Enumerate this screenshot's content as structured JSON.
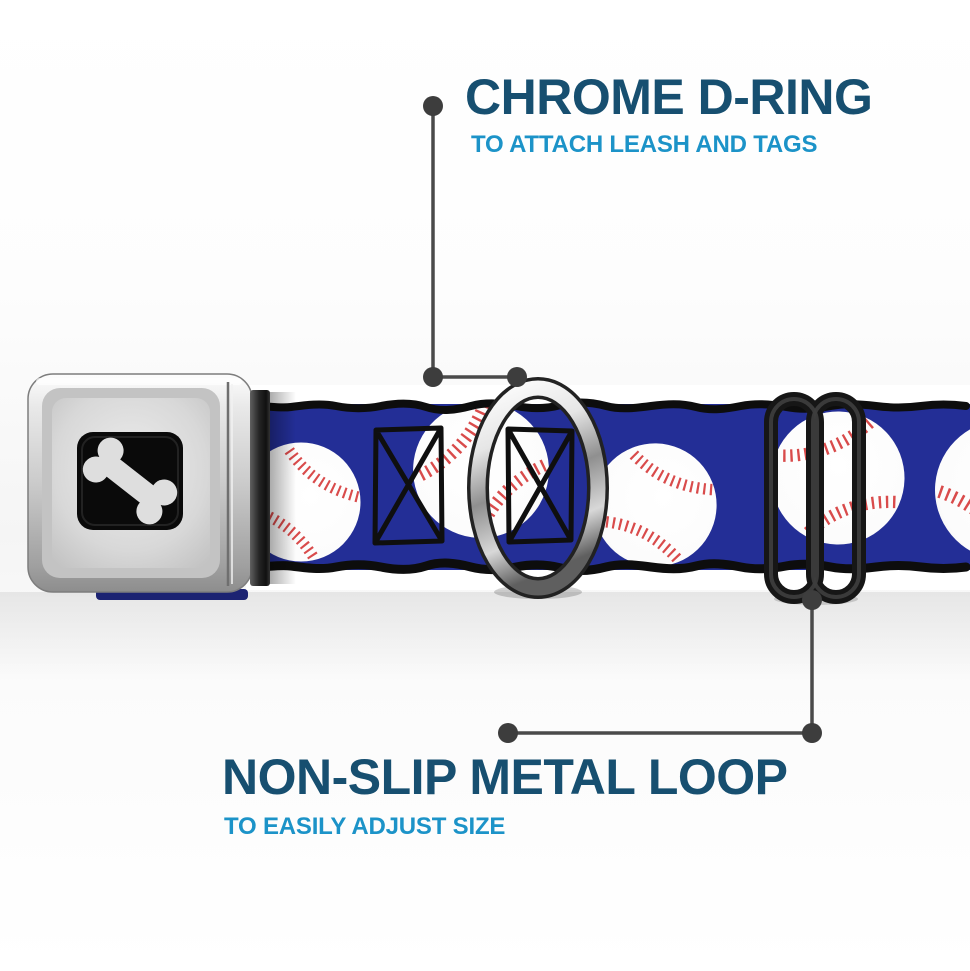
{
  "callouts": {
    "top": {
      "title": "CHROME D-RING",
      "subtitle": "TO ATTACH LEASH AND TAGS"
    },
    "bottom": {
      "title": "NON-SLIP METAL LOOP",
      "subtitle": "TO EASILY ADJUST SIZE"
    }
  },
  "product": {
    "description": "seatbelt-buckle dog collar, white baseballs on blue webbing",
    "buckle_logo": "dog-bone-icon"
  },
  "colors": {
    "title_text": "#174F70",
    "subtitle_text": "#1C93C8",
    "webbing_blue": "#232E96",
    "baseball_stitch_red": "#D94B4B",
    "webbing_edge_black": "#0D0D0D",
    "callout_line": "#4A4A4A",
    "callout_dot": "#3D3D3D"
  }
}
